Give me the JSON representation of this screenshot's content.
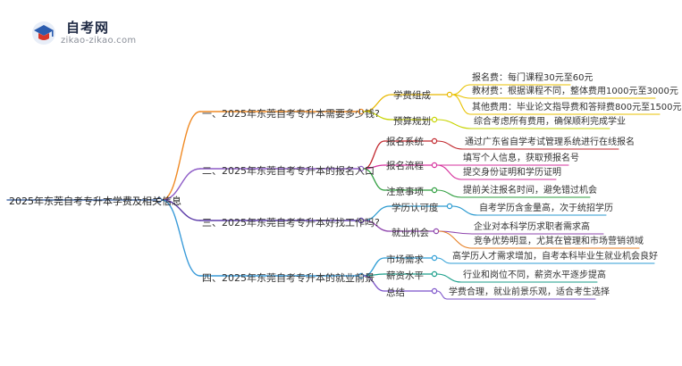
{
  "logo": {
    "title": "自考网",
    "subtitle": "zikao-zikao.com",
    "icon": "graduation-cap-icon"
  },
  "root": "2025年东莞自考专升本学费及相关信息",
  "branches": [
    {
      "label": "一、2025年东莞自考专升本需要多少钱?",
      "color": "#f08a24",
      "children": [
        {
          "label": "学费组成",
          "color": "#e8b800",
          "children": [
            {
              "label": "报名费：每门课程30元至60元",
              "color": "#e8c200"
            },
            {
              "label": "教材费：根据课程不同，整体费用1000元至3000元",
              "color": "#e8c200"
            },
            {
              "label": "其他费用：毕业论文指导费和答辩费800元至1500元",
              "color": "#e8c200"
            }
          ]
        },
        {
          "label": "预算规划",
          "color": "#c7d400",
          "children": [
            {
              "label": "综合考虑所有费用，确保顺利完成学业",
              "color": "#c7d400"
            }
          ]
        }
      ]
    },
    {
      "label": "二、2025年东莞自考专升本的报名入口",
      "color": "#8e5cc7",
      "children": [
        {
          "label": "报名系统",
          "color": "#c1272d",
          "children": [
            {
              "label": "通过广东省自学考试管理系统进行在线报名",
              "color": "#c1272d"
            }
          ]
        },
        {
          "label": "报名流程",
          "color": "#d6339e",
          "children": [
            {
              "label": "填写个人信息，获取预报名号",
              "color": "#d6339e"
            },
            {
              "label": "提交身份证明和学历证明",
              "color": "#d6339e"
            }
          ]
        },
        {
          "label": "注意事项",
          "color": "#2e9e3e",
          "children": [
            {
              "label": "提前关注报名时间，避免错过机会",
              "color": "#2e9e3e"
            }
          ]
        }
      ]
    },
    {
      "label": "三、2025年东莞自考专升本好找工作吗?",
      "color": "#5b3aa8",
      "children": [
        {
          "label": "学历认可度",
          "color": "#2b9ad0",
          "children": [
            {
              "label": "自考学历含金量高，次于统招学历",
              "color": "#2b9ad0"
            }
          ]
        },
        {
          "label": "就业机会",
          "color": "#8e44ad",
          "children": [
            {
              "label": "企业对本科学历求职者需求高",
              "color": "#8e44ad"
            },
            {
              "label": "竞争优势明显，尤其在管理和市场营销领域",
              "color": "#e67e22"
            }
          ]
        }
      ]
    },
    {
      "label": "四、2025年东莞自考专升本的就业前景",
      "color": "#3a9bd9",
      "children": [
        {
          "label": "市场需求",
          "color": "#2e9ed6",
          "children": [
            {
              "label": "高学历人才需求增加，自考本科毕业生就业机会良好",
              "color": "#2e9ed6"
            }
          ]
        },
        {
          "label": "薪资水平",
          "color": "#1a9e8a",
          "children": [
            {
              "label": "行业和岗位不同，薪资水平逐步提高",
              "color": "#1a9e8a"
            }
          ]
        },
        {
          "label": "总结",
          "color": "#7b52c9",
          "children": [
            {
              "label": "学费合理，就业前景乐观，适合考生选择",
              "color": "#7b52c9"
            }
          ]
        }
      ]
    }
  ]
}
